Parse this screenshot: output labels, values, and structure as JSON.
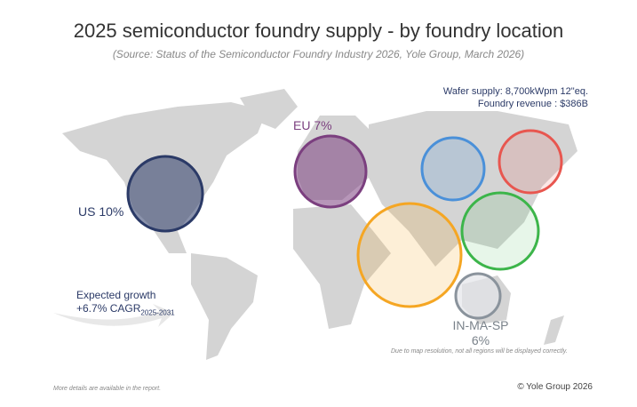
{
  "title": "2025 semiconductor foundry supply - by foundry location",
  "subtitle": "(Source: Status of the Semiconductor Foundry Industry 2026, Yole Group, March 2026)",
  "stats": {
    "wafer_supply": "Wafer supply: 8,700kWpm 12\"eq.",
    "foundry_revenue": "Foundry revenue : $386B"
  },
  "regions": [
    {
      "name": "US",
      "label": "US 10%",
      "share_pct": 10,
      "color": "#2b3a67"
    },
    {
      "name": "EU",
      "label": "EU 7%",
      "share_pct": 7,
      "color": "#7b3f7f"
    },
    {
      "name": "IN-MA-SP",
      "label_line1": "IN-MA-SP",
      "label_line2": "6%",
      "share_pct": 6,
      "color": "#8a939c"
    },
    {
      "name": "blue-region",
      "color": "#4a90d9"
    },
    {
      "name": "red-region",
      "color": "#e8564f"
    },
    {
      "name": "green-region",
      "color": "#3cb54a"
    },
    {
      "name": "orange-region",
      "color": "#f5a623"
    }
  ],
  "growth": {
    "line1": "Expected growth",
    "line2": "+6.7% CAGR",
    "period": "2025-2031"
  },
  "note": "Due to map resolution,  not all regions will be displayed correctly.",
  "footer": {
    "left": "More details are available in the report.",
    "right": "© Yole Group 2026"
  }
}
